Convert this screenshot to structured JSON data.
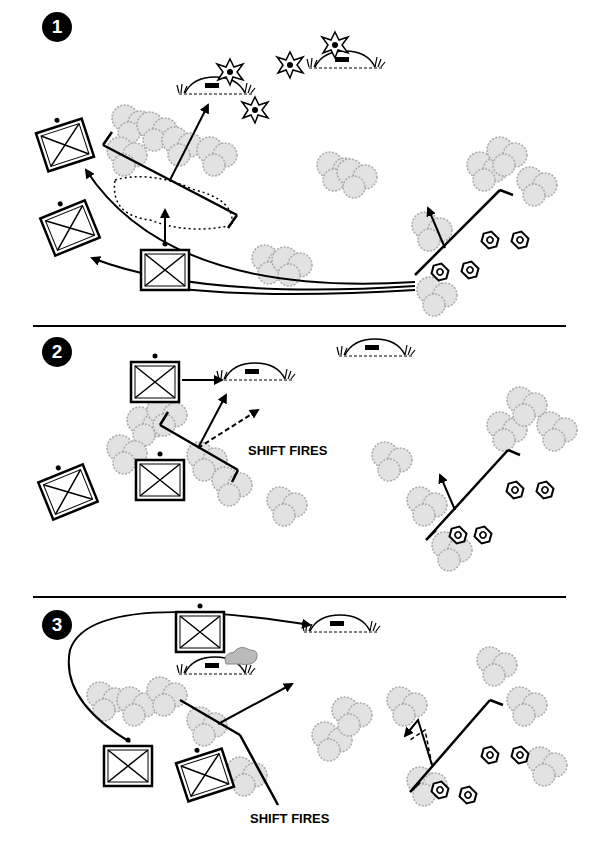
{
  "diagram": {
    "labels": [
      "1",
      "2",
      "SHIFT FIRES",
      "3",
      "SHIFT FIRES"
    ]
  }
}
